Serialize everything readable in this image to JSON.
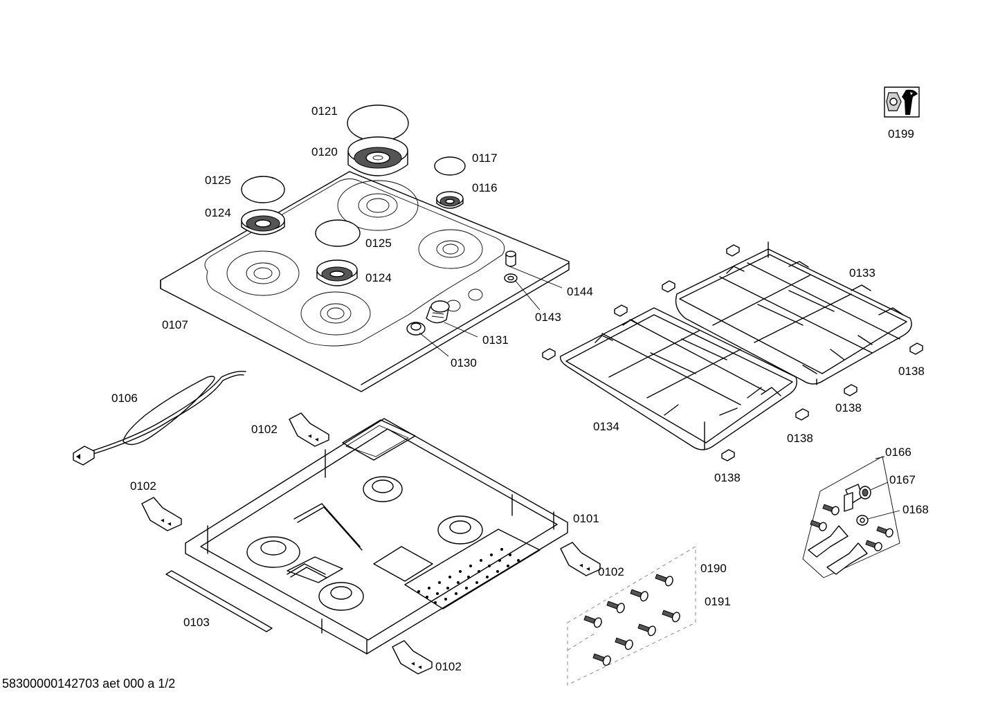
{
  "labels": {
    "p0121": "0121",
    "p0120": "0120",
    "p0117": "0117",
    "p0116": "0116",
    "p0125a": "0125",
    "p0124a": "0124",
    "p0125b": "0125",
    "p0124b": "0124",
    "p0144": "0144",
    "p0143": "0143",
    "p0107": "0107",
    "p0131": "0131",
    "p0130": "0130",
    "p0133": "0133",
    "p0138a": "0138",
    "p0138b": "0138",
    "p0138c": "0138",
    "p0138d": "0138",
    "p0134": "0134",
    "p0106": "0106",
    "p0102a": "0102",
    "p0102b": "0102",
    "p0102c": "0102",
    "p0102d": "0102",
    "p0101": "0101",
    "p0103": "0103",
    "p0166": "0166",
    "p0167": "0167",
    "p0168": "0168",
    "p0190": "0190",
    "p0191": "0191",
    "p0199": "0199"
  },
  "document_code": "58300000142703 aet 000 a 1/2",
  "icons": {
    "service_tool": "wrench-nut-icon"
  }
}
